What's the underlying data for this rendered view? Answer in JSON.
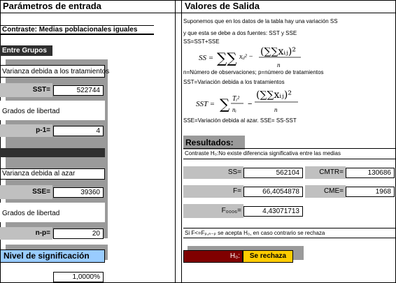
{
  "left": {
    "title": "Parámetros de entrada",
    "contrast": "Contraste: Medias poblacionales iguales",
    "between_groups": "Entre Grupos",
    "treat_variance": "Varianza debida a los tratamientos",
    "sst_label": "SST=",
    "sst_value": "522744",
    "dof1_label": "Grados de libertad",
    "p1_label": "p-1=",
    "p1_value": "4",
    "random_variance": "Varianza debida al azar",
    "sse_label": "SSE=",
    "sse_value": "39360",
    "dof2_label": "Grados de libertad",
    "np_label": "n-p=",
    "np_value": "20",
    "signif_title": "Nivel de significación",
    "signif_value": "1,0000%"
  },
  "right": {
    "title": "Valores de Salida",
    "line1": "Suponemos que en los datos de la tabla hay una variación SS",
    "line2": "y que esta se debe a dos fuentes: SST y SSE",
    "line3": "SS=SST+SSE",
    "line4": "n=Número de observaciones; p=número de tratamientos",
    "line5": "SST=Variación debida a los tratamientos",
    "line6": "SSE=Variación debida al azar. SSE= SS-SST",
    "results_title": "Resultados:",
    "hypothesis": "Contraste H₀:No existe diferencia significativa entre las medias",
    "ss_label": "SS=",
    "ss_value": "562104",
    "cmtr_label": "CMTR=",
    "cmtr_value": "130686",
    "f_label": "F=",
    "f_value": "66,4054878",
    "cme_label": "CME=",
    "cme_value": "1968",
    "fcrit_label": "F₀₀₀₆=",
    "fcrit_value": "4,43071713",
    "rule": "Si F<=Fₚ,ₙ₋ₚ se acepta H₀, en caso contrario se rechaza",
    "h0_label": "H₀:",
    "verdict": "Se rechaza",
    "formula_ss": "SS =",
    "formula_sst": "SST ="
  },
  "colors": {
    "blue_header": "#99ccff",
    "dark_red": "#800000",
    "yellow": "#ffcc00",
    "dark_bar": "#2f2f2f",
    "gray": "#9a9a9a"
  }
}
